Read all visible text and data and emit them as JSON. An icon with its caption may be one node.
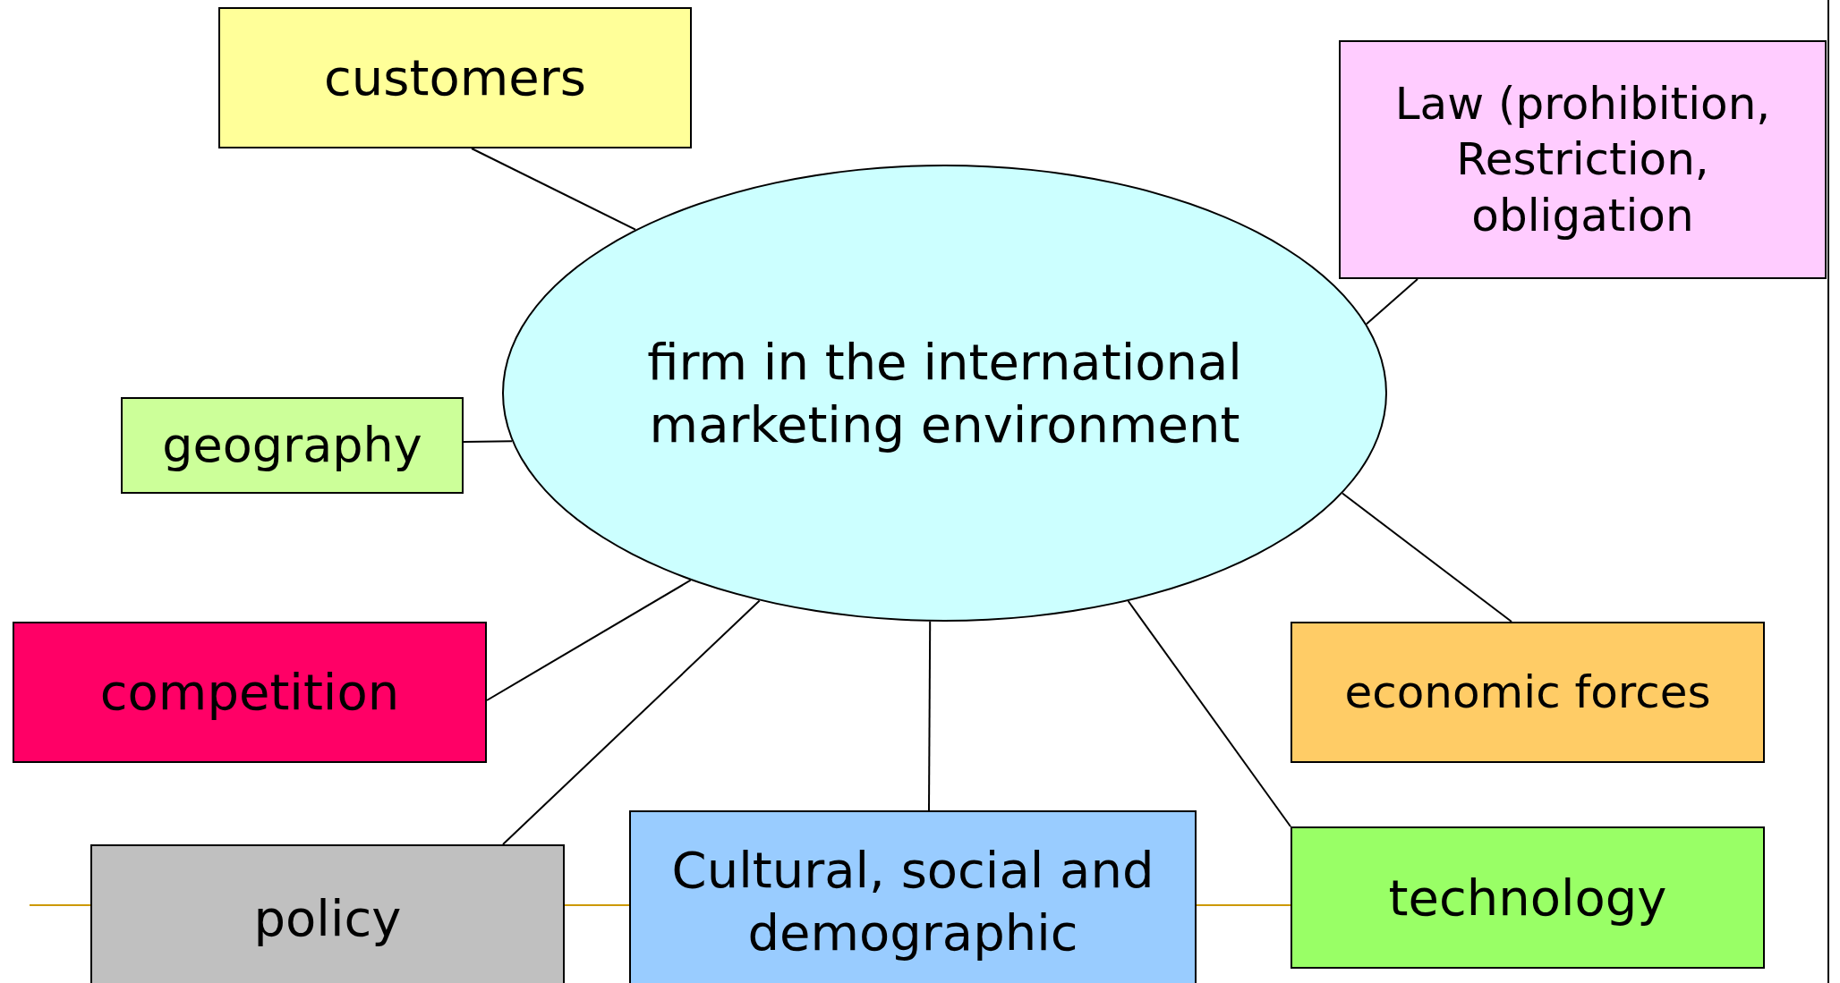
{
  "diagram": {
    "nodes": [
      {
        "text": [
          "firm in the international marketing environment"
        ]
      },
      {
        "text": [
          "customers"
        ]
      },
      {
        "text": [
          "Law (prohibition, Restriction, obligation"
        ]
      },
      {
        "text": [
          "geography"
        ]
      },
      {
        "text": [
          "competition"
        ]
      },
      {
        "text": [
          "economic forces"
        ]
      },
      {
        "text": [
          "policy"
        ]
      },
      {
        "text": [
          "Cultural, social and demographic"
        ]
      },
      {
        "text": [
          "technology"
        ]
      }
    ],
    "edges": [
      {
        "from": 1,
        "to": 0,
        "arrow": "none"
      },
      {
        "from": 2,
        "to": 0,
        "arrow": "none"
      },
      {
        "from": 3,
        "to": 0,
        "arrow": "none"
      },
      {
        "from": 4,
        "to": 0,
        "arrow": "none"
      },
      {
        "from": 5,
        "to": 0,
        "arrow": "none"
      },
      {
        "from": 6,
        "to": 0,
        "arrow": "none"
      },
      {
        "from": 7,
        "to": 0,
        "arrow": "none"
      },
      {
        "from": 8,
        "to": 0,
        "arrow": "none"
      },
      {
        "from": null,
        "to": 6,
        "arrow": "none",
        "color": "#cc9900"
      },
      {
        "from": 6,
        "to": 7,
        "arrow": "none",
        "color": "#cc9900"
      },
      {
        "from": 7,
        "to": 8,
        "arrow": "none",
        "color": "#cc9900"
      }
    ]
  }
}
